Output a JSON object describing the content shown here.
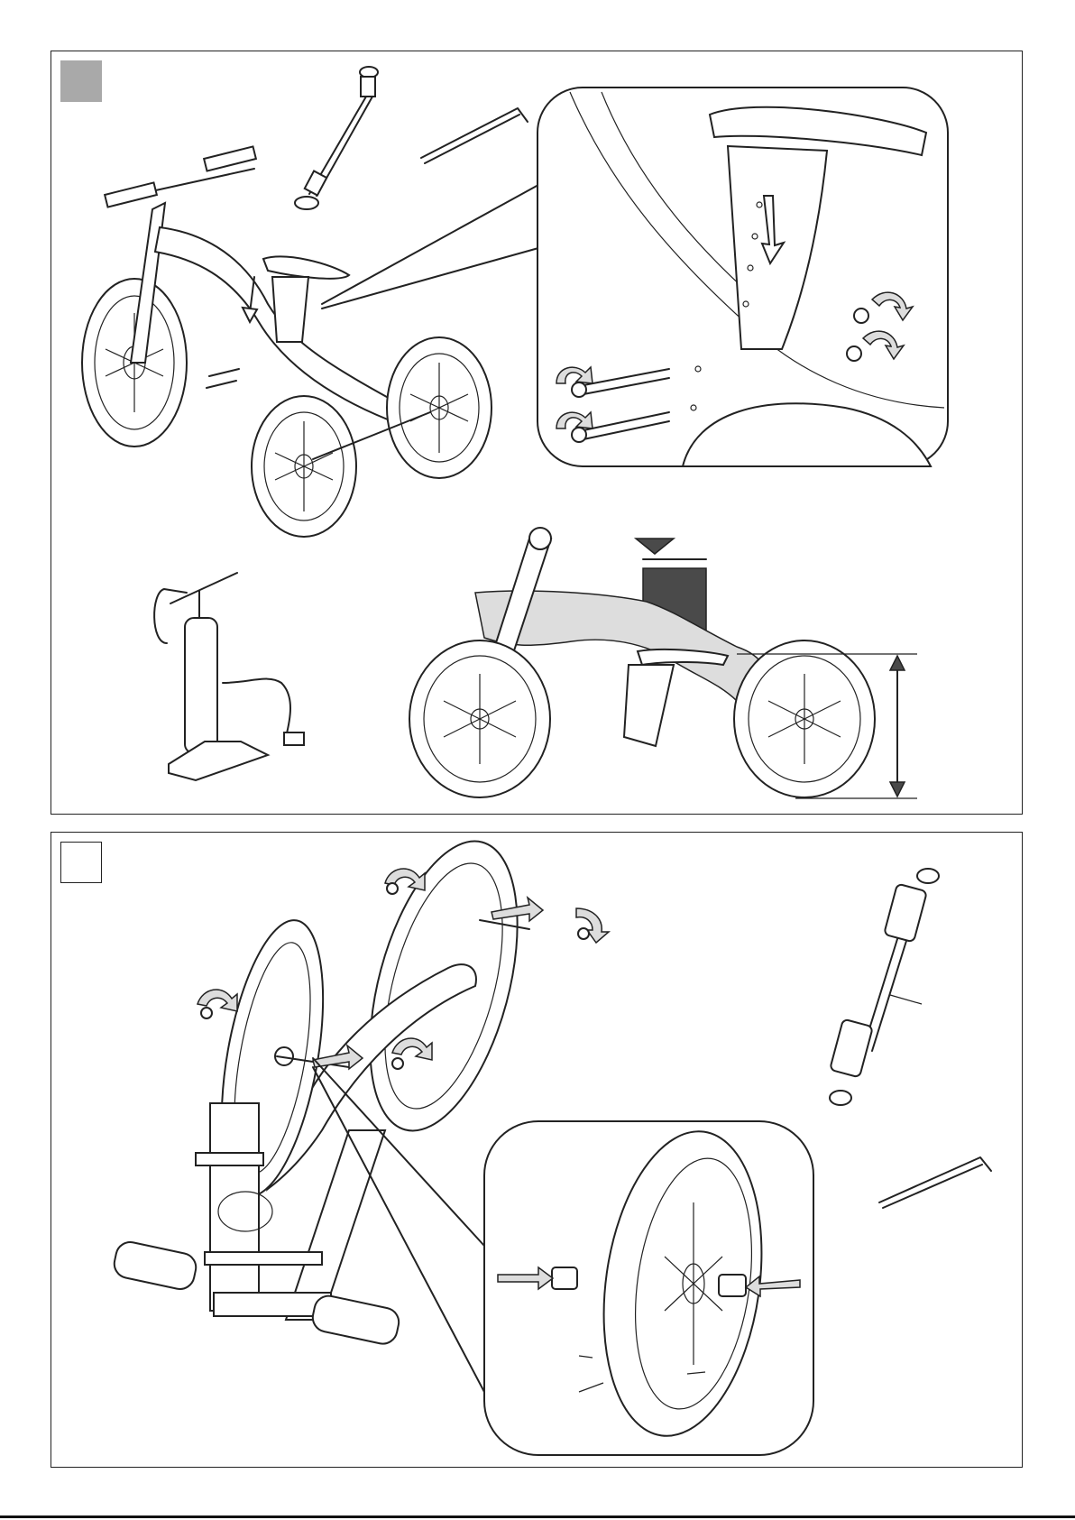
{
  "document": {
    "type": "assembly-instructions",
    "steps": [
      {
        "marker_style": "filled-grey"
      },
      {
        "marker_style": "outline"
      }
    ]
  },
  "colors": {
    "line": "#222222",
    "marker_fill": "#a9a9a9",
    "weight_fill": "#4a4a4a",
    "frame_fill": "#dddddd"
  },
  "icons": [
    "balance-bike-icon",
    "axle-icon",
    "hex-key-icon",
    "seat-zoom-callout",
    "air-pump-icon",
    "weight-block-icon",
    "height-arrow-icon",
    "rotate-arrow-icon",
    "push-arrow-icon",
    "wheel-zoom-callout"
  ]
}
